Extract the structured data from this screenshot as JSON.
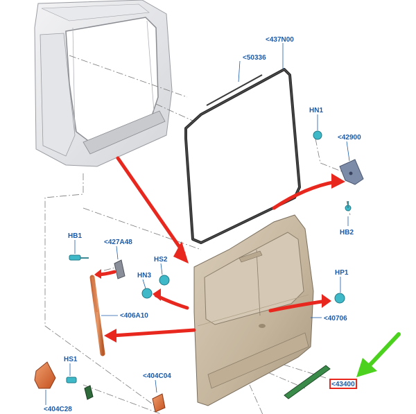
{
  "callouts": {
    "c50336": "<50336",
    "c437N00": "<437N00",
    "hn1": "HN1",
    "c42900": "<42900",
    "hb2": "HB2",
    "hb1": "HB1",
    "c427A48": "<427A48",
    "hs2": "HS2",
    "hn3": "HN3",
    "hp1": "HP1",
    "c406A10": "<406A10",
    "c40706": "<40706",
    "hs1": "HS1",
    "c404C04": "<404C04",
    "c43400": "<43400",
    "c404C28": "<404C28"
  },
  "colors": {
    "label_blue": "#1a5aa8",
    "flow_arrow": "#e8281e",
    "highlight_arrow": "#4cd21e",
    "highlight_box": "#e8281e",
    "door_panel": "#c9bba6",
    "fastener": "#3fb8c8",
    "seal": "#2a2a2a"
  },
  "highlighted_part": "c43400"
}
